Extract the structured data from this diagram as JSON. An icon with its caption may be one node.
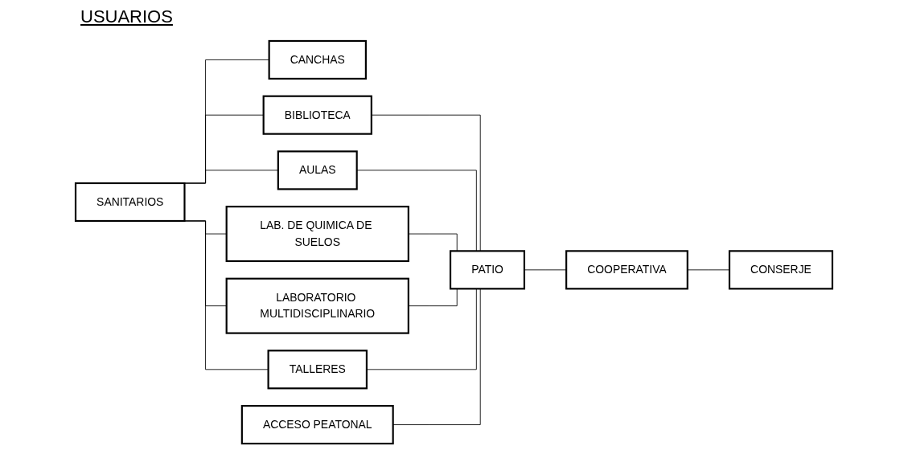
{
  "diagram": {
    "title": "USUARIOS",
    "nodes": [
      {
        "text": [
          "SANITARIOS"
        ]
      },
      {
        "text": [
          "CANCHAS"
        ]
      },
      {
        "text": [
          "BIBLIOTECA"
        ]
      },
      {
        "text": [
          "AULAS"
        ]
      },
      {
        "text": [
          "LAB. DE QUIMICA DE SUELOS"
        ]
      },
      {
        "text": [
          "LABORATORIO MULTIDISCIPLINARIO"
        ]
      },
      {
        "text": [
          "TALLERES"
        ]
      },
      {
        "text": [
          "ACCESO PEATONAL"
        ]
      },
      {
        "text": [
          "PATIO"
        ]
      },
      {
        "text": [
          "COOPERATIVA"
        ]
      },
      {
        "text": [
          "CONSERJE"
        ]
      }
    ],
    "edges": [
      {
        "from": 0,
        "to": 1,
        "arrow": "none"
      },
      {
        "from": 0,
        "to": 2,
        "arrow": "none"
      },
      {
        "from": 0,
        "to": 3,
        "arrow": "none"
      },
      {
        "from": 0,
        "to": 4,
        "arrow": "none"
      },
      {
        "from": 0,
        "to": 5,
        "arrow": "none"
      },
      {
        "from": 0,
        "to": 6,
        "arrow": "none"
      },
      {
        "from": 2,
        "to": 8,
        "arrow": "none"
      },
      {
        "from": 3,
        "to": 8,
        "arrow": "none"
      },
      {
        "from": 4,
        "to": 8,
        "arrow": "none"
      },
      {
        "from": 5,
        "to": 8,
        "arrow": "none"
      },
      {
        "from": 6,
        "to": 8,
        "arrow": "none"
      },
      {
        "from": 7,
        "to": 8,
        "arrow": "none"
      },
      {
        "from": 8,
        "to": 9,
        "arrow": "none"
      },
      {
        "from": 9,
        "to": 10,
        "arrow": "none"
      }
    ]
  }
}
